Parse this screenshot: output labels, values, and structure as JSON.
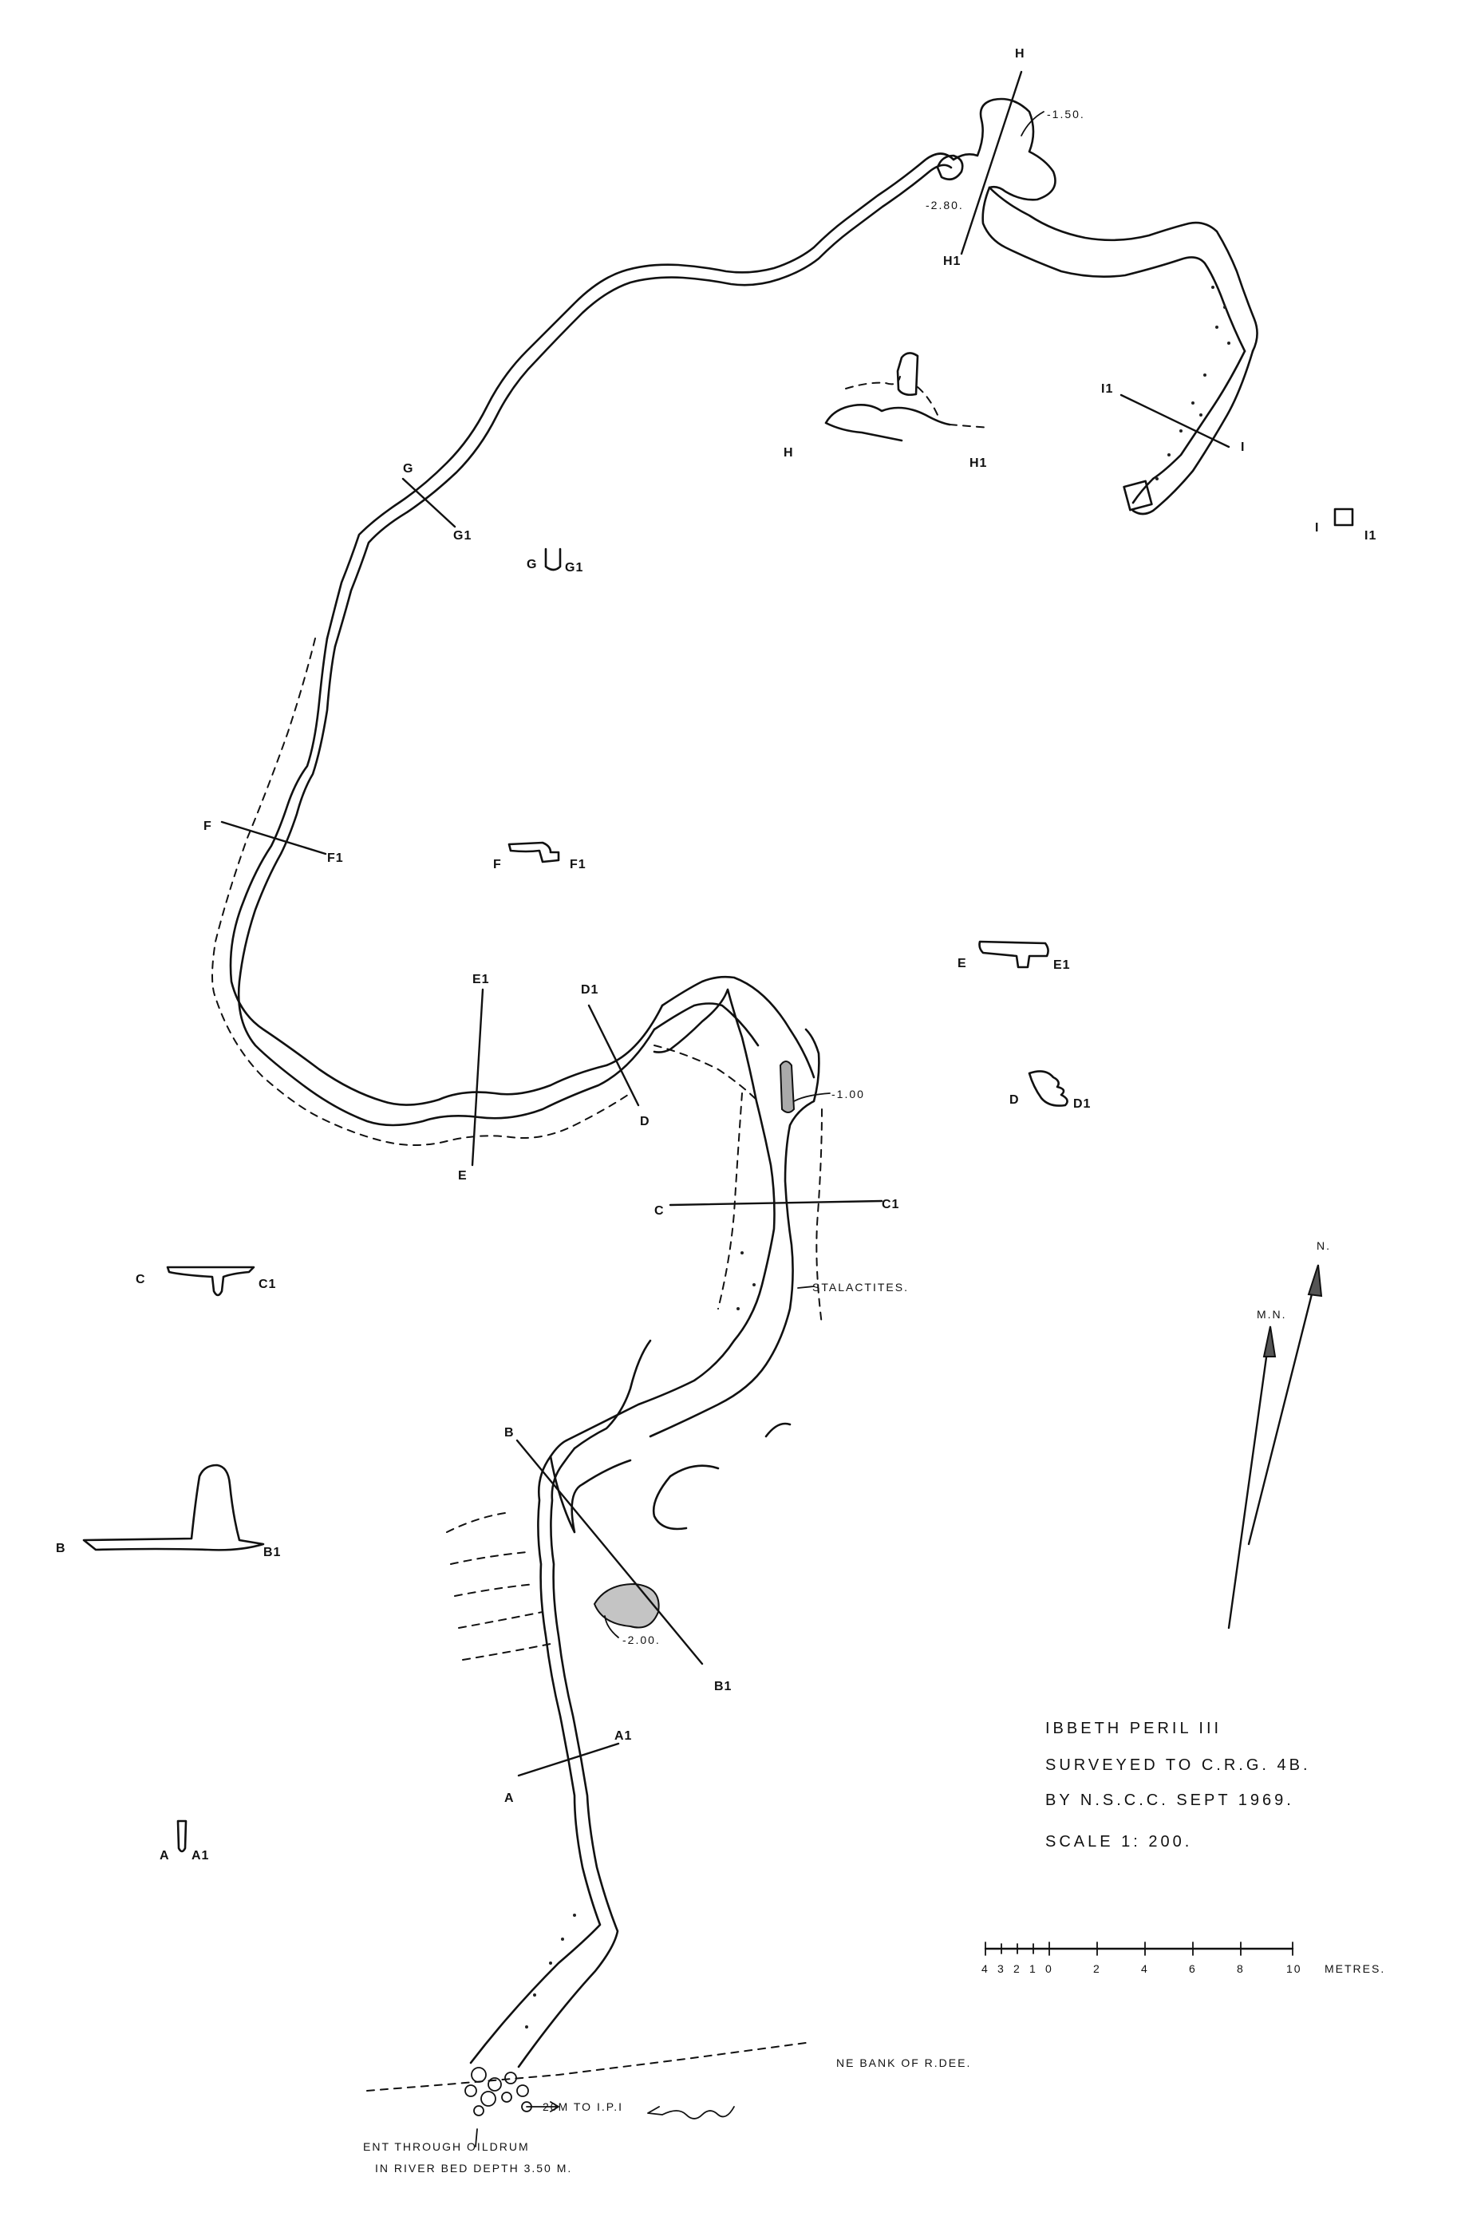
{
  "map": {
    "title_block": {
      "line1": "IBBETH PERIL III",
      "line2": "SURVEYED TO C.R.G. 4B.",
      "line3": "BY N.S.C.C. SEPT 1969.",
      "scale": "SCALE 1: 200."
    },
    "scale_bar": {
      "ticks": [
        "4",
        "3",
        "2",
        "1",
        "0",
        "2",
        "4",
        "6",
        "8",
        "10"
      ],
      "unit": "METRES."
    },
    "north_arrows": {
      "magnetic": "M.N.",
      "true": "N."
    },
    "depths": {
      "h_top": "-1.50.",
      "h_left": "-2.80.",
      "d_side": "-1.00",
      "b_pool": "-2.00."
    },
    "notes": {
      "stalactites": "STALACTITES.",
      "river_bank": "NE BANK OF R.DEE.",
      "to_ipi": "20M TO I.P.I",
      "entrance_line1": "ENT THROUGH OILDRUM",
      "entrance_line2": "IN RIVER BED DEPTH 3.50 M."
    },
    "section_labels": {
      "a": "A",
      "a1": "A1",
      "b": "B",
      "b1": "B1",
      "c": "C",
      "c1": "C1",
      "d": "D",
      "d1": "D1",
      "e": "E",
      "e1": "E1",
      "f": "F",
      "f1": "F1",
      "g": "G",
      "g1": "G1",
      "h": "H",
      "h1": "H1",
      "i": "I",
      "i1": "I1"
    }
  }
}
